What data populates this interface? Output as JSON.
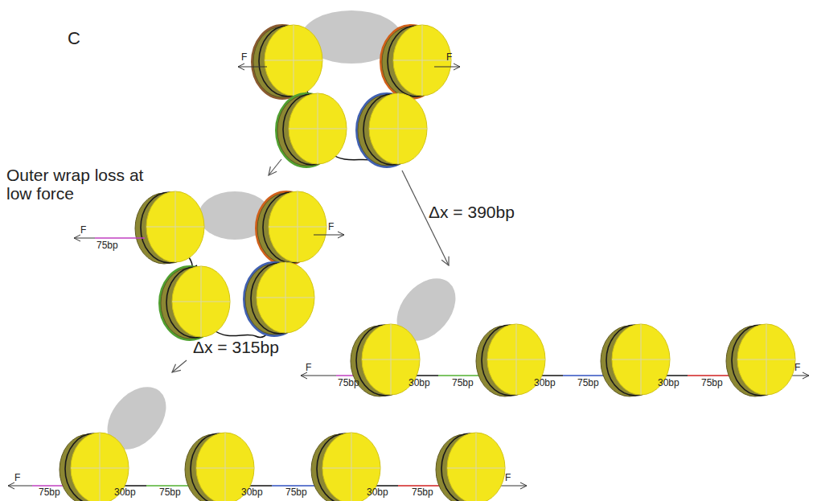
{
  "diagram": {
    "labels": [
      "C",
      "F",
      "F",
      "Outer wrap loss at low force",
      "F",
      "75bp",
      "F",
      "Δx = 390bp",
      "Δx = 315bp",
      "F",
      "75bp",
      "30bp",
      "75bp",
      "30bp",
      "75bp",
      "30bp",
      "75bp",
      "F",
      "F",
      "75bp",
      "30bp",
      "75bp",
      "30bp",
      "75bp",
      "30bp",
      "75bp",
      "F"
    ]
  }
}
